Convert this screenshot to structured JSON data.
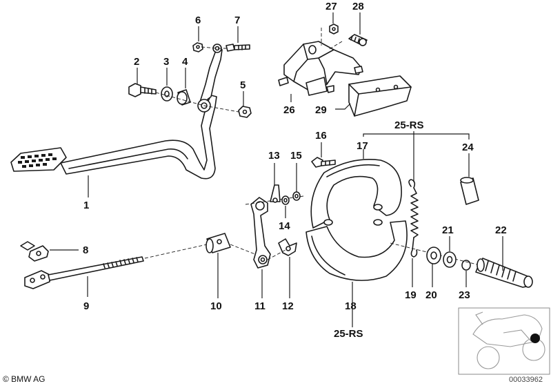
{
  "diagram": {
    "callouts": {
      "c1": "1",
      "c2": "2",
      "c3": "3",
      "c4": "4",
      "c5": "5",
      "c6": "6",
      "c7": "7",
      "c8": "8",
      "c9": "9",
      "c10": "10",
      "c11": "11",
      "c12": "12",
      "c13": "13",
      "c14": "14",
      "c15": "15",
      "c16": "16",
      "c17": "17",
      "c18": "18",
      "c19": "19",
      "c20": "20",
      "c21": "21",
      "c22": "22",
      "c23": "23",
      "c24": "24",
      "c25_top": "25-RS",
      "c25_bottom": "25-RS",
      "c26": "26",
      "c27": "27",
      "c28": "28",
      "c29": "29"
    },
    "copyright": "© BMW AG",
    "diagram_number": "00033962"
  }
}
